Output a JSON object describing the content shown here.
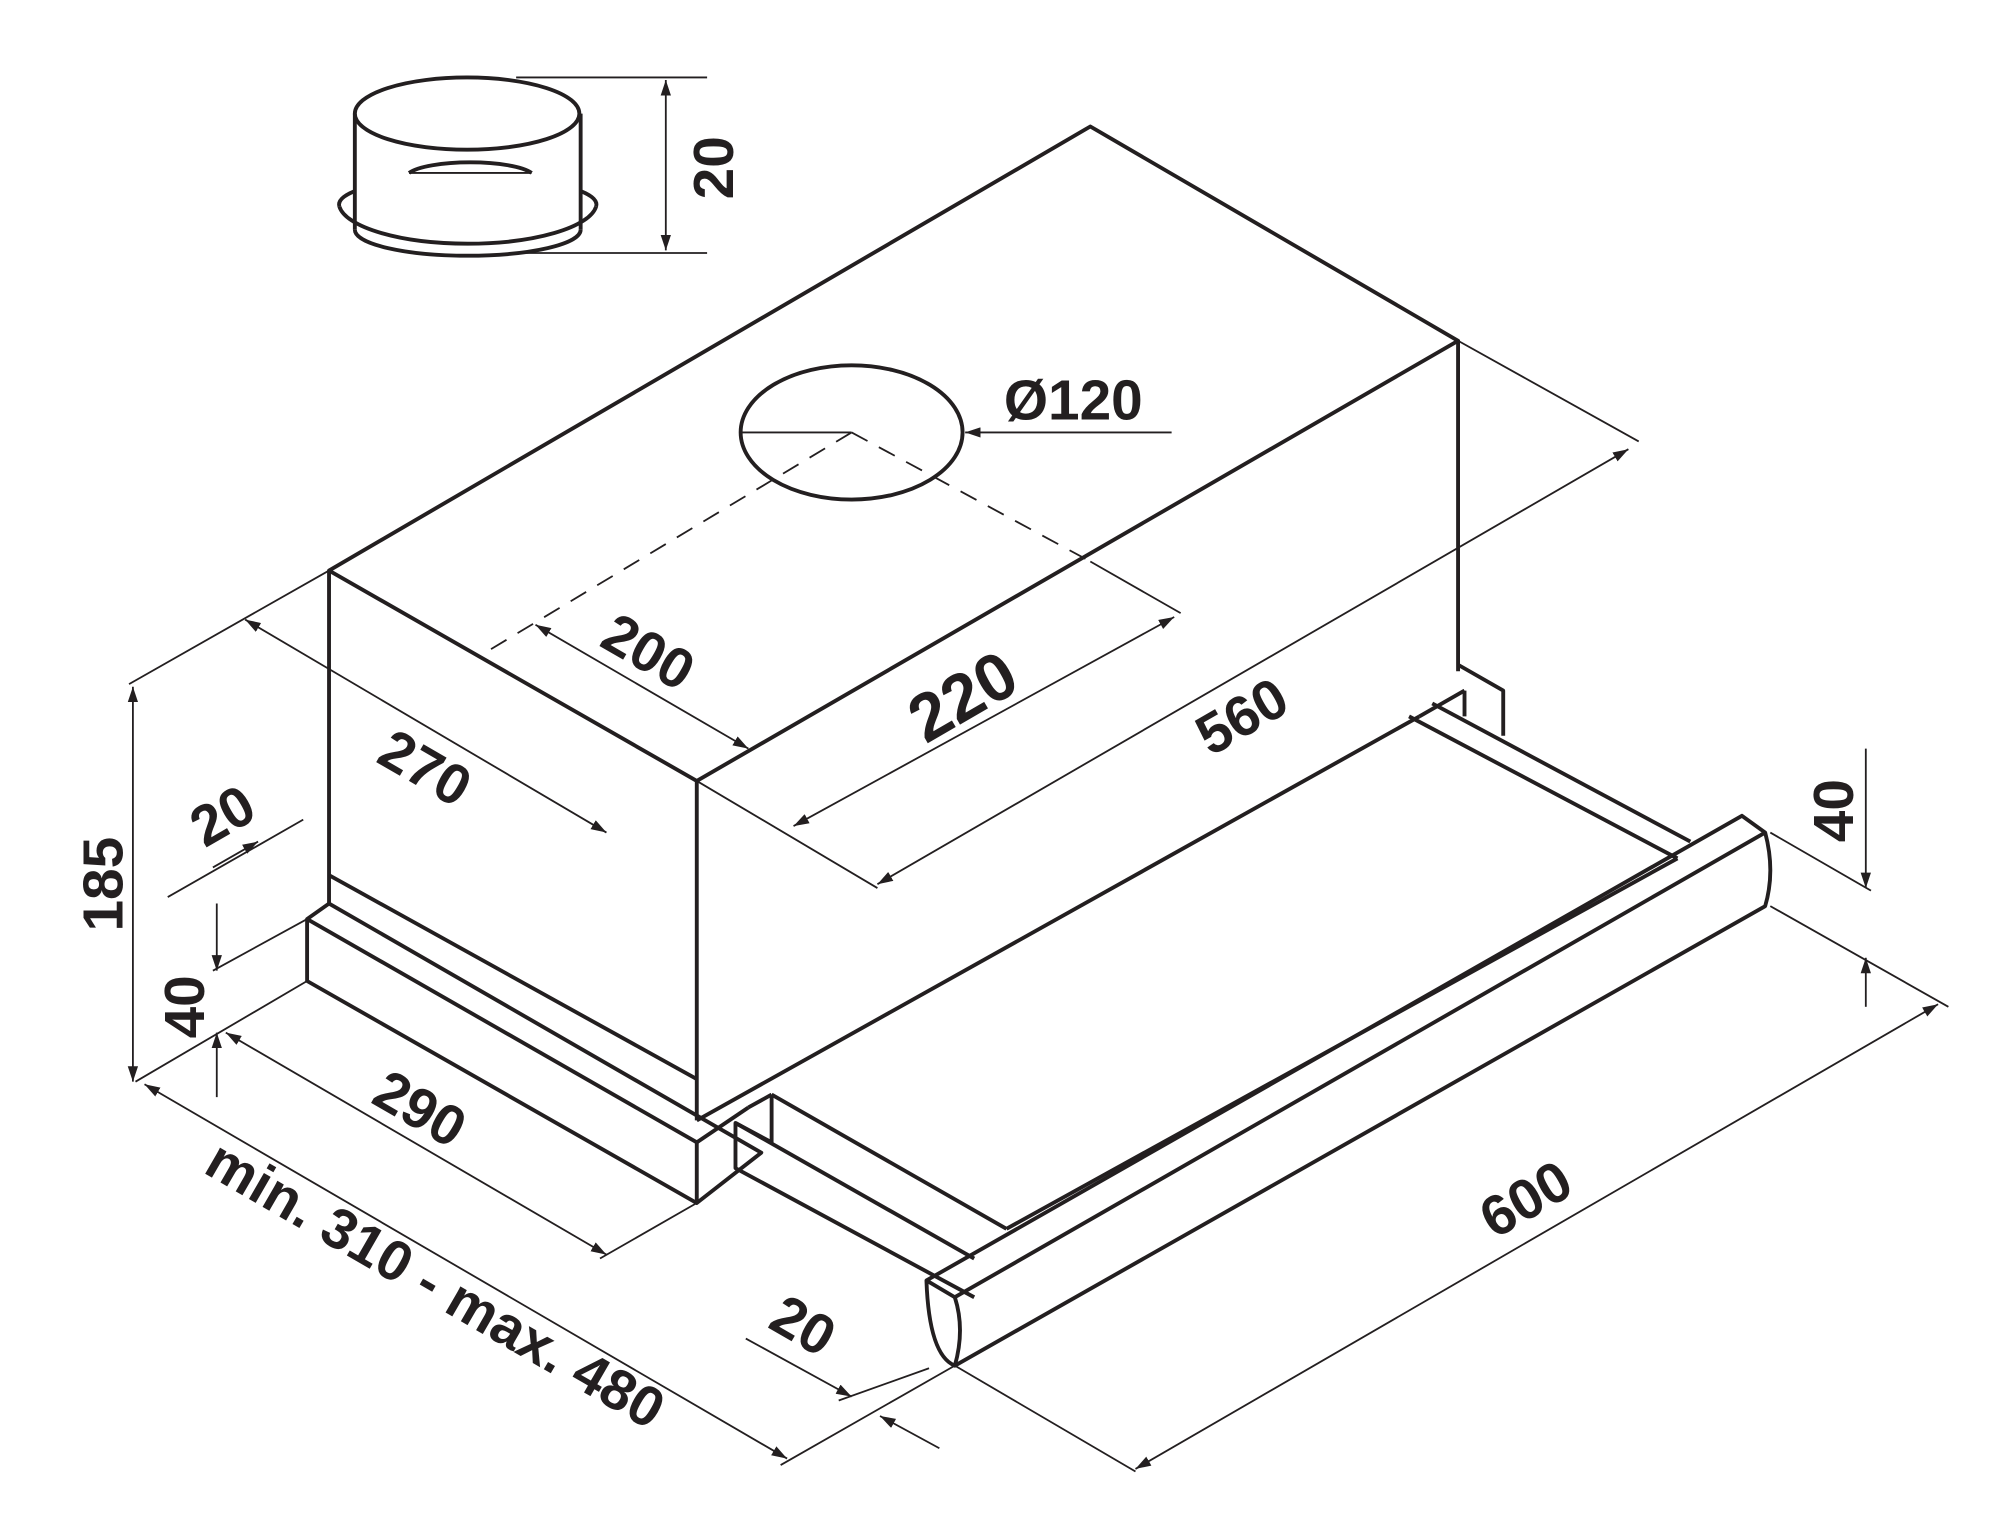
{
  "title": "Telescopic cooker hood dimension drawing",
  "colors": {
    "line": "#231f20",
    "background": "#ffffff"
  },
  "dimensions": {
    "collar_height": "20",
    "outlet_diameter": "Ø120",
    "outlet_offset": "200",
    "outlet_depth": "220",
    "body_width": "560",
    "body_depth": "270",
    "height_total": "185",
    "base_height": "40",
    "base_inset": "20",
    "base_depth": "290",
    "extension_range": "min. 310 - max. 480",
    "front_panel_depth": "20",
    "front_panel_height": "40",
    "front_width": "600"
  }
}
